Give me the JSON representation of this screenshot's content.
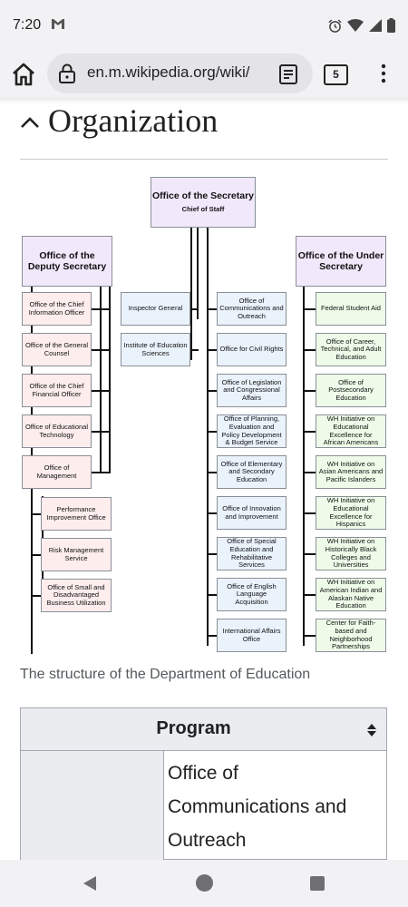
{
  "status_bar": {
    "time": "7:20"
  },
  "browser": {
    "url": "en.m.wikipedia.org/wiki/",
    "tab_count": "5"
  },
  "section": {
    "title": "Organization"
  },
  "org_chart": {
    "secretary": {
      "title": "Office of the Secretary",
      "sub": "Chief of Staff"
    },
    "deputy": {
      "title": "Office of the Deputy Secretary"
    },
    "under": {
      "title": "Office of the Under Secretary"
    },
    "deputy_offices": [
      "Office of the Chief Information Officer",
      "Office of the General Counsel",
      "Office of the Chief Financial Officer",
      "Office of Educational Technology",
      "Office of Management"
    ],
    "management_offices": [
      "Performance Improvement Office",
      "Risk Management Service",
      "Office of Small and Disadvantaged Business Utilization"
    ],
    "independent": [
      "Inspector General",
      "Institute of Education Sciences"
    ],
    "secretary_offices": [
      "Office of Communications and Outreach",
      "Office for Civil Rights",
      "Office of Legislation and Congressional Affairs",
      "Office of Planning, Evaluation and Policy Development & Budget Service",
      "Office of Elementary and Secondary Education",
      "Office of Innovation and Improvement",
      "Office of Special Education and Rehabilitative Services",
      "Office of English Language Acquisition",
      "International Affairs Office"
    ],
    "under_offices": [
      "Federal Student Aid",
      "Office of Career, Technical, and Adult Education",
      "Office of Postsecondary Education",
      "WH Initiative on Educational Excellence for African Americans",
      "WH Initiative on Asian Americans and Pacific Islanders",
      "WH Initiative on Educational Excellence for Hispanics",
      "WH Initiative on Historically Black Colleges and Universities",
      "WH Initiative on American Indian and Alaskan Native Education",
      "Center for Faith-based and Neighborhood Partnerships"
    ]
  },
  "caption": "The structure of the Department of Education",
  "table": {
    "header": "Program",
    "first_row_value": "Office of Communications and Outreach"
  },
  "colors": {
    "purple": "#f1e8fb",
    "pink": "#fdeded",
    "blue": "#eaf2fc",
    "green": "#eefbe9"
  }
}
